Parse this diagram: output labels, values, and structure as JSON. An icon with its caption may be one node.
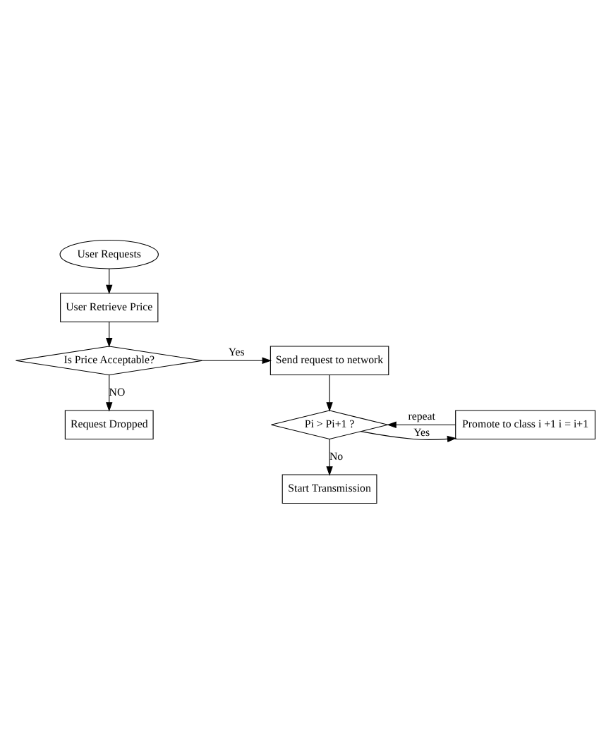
{
  "diagram": {
    "nodes": [
      {
        "text": [
          "User Requests"
        ]
      },
      {
        "text": [
          "User Retrieve Price"
        ]
      },
      {
        "text": [
          "Is Price Acceptable?"
        ]
      },
      {
        "text": [
          "Send request to network"
        ]
      },
      {
        "text": [
          "Request Dropped"
        ]
      },
      {
        "text": [
          "Pi > Pi+1 ?"
        ]
      },
      {
        "text": [
          "Promote to class i +1 i = i+1"
        ]
      },
      {
        "text": [
          "Start Transmission"
        ]
      }
    ],
    "edges": [
      {
        "from": 0,
        "to": 1,
        "arrow": "to"
      },
      {
        "from": 1,
        "to": 2,
        "arrow": "to"
      },
      {
        "from": 2,
        "to": 3,
        "arrow": "to",
        "label": "Yes"
      },
      {
        "from": 2,
        "to": 4,
        "arrow": "to",
        "label": "NO"
      },
      {
        "from": 3,
        "to": 5,
        "arrow": "to"
      },
      {
        "from": 5,
        "to": 6,
        "arrow": "to",
        "label": "Yes"
      },
      {
        "from": 6,
        "to": 5,
        "arrow": "to",
        "label": "repeat"
      },
      {
        "from": 5,
        "to": 7,
        "arrow": "to",
        "label": "No"
      }
    ]
  }
}
